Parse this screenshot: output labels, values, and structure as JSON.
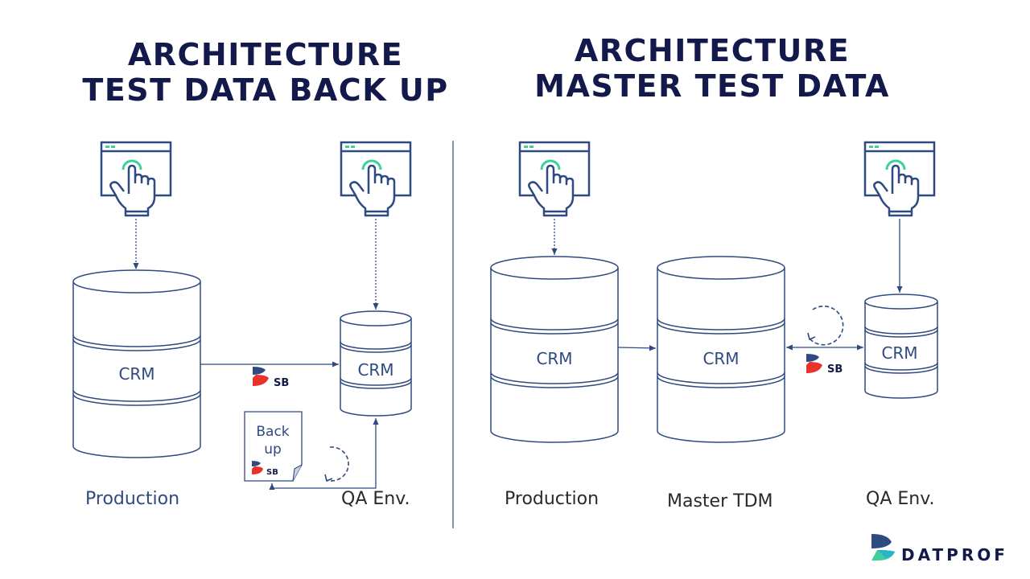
{
  "left": {
    "title_line1": "ARCHITECTURE",
    "title_line2": "TEST DATA BACK UP",
    "production_label": "Production",
    "qa_label": "QA Env.",
    "production_db": "CRM",
    "qa_db": "CRM",
    "backup_line1": "Back",
    "backup_line2": "up",
    "sb_badge": "SB",
    "backup_sb_badge": "SB"
  },
  "right": {
    "title_line1": "ARCHITECTURE",
    "title_line2": "MASTER TEST DATA",
    "production_label": "Production",
    "master_label": "Master TDM",
    "qa_label": "QA Env.",
    "production_db": "CRM",
    "master_db": "CRM",
    "qa_db": "CRM",
    "sb_badge": "SB"
  },
  "brand": {
    "name": "DATPROF"
  },
  "colors": {
    "navy": "#2f4a80",
    "title": "#13194a",
    "accent_green": "#3ecf9a",
    "accent_red": "#e8322b"
  }
}
